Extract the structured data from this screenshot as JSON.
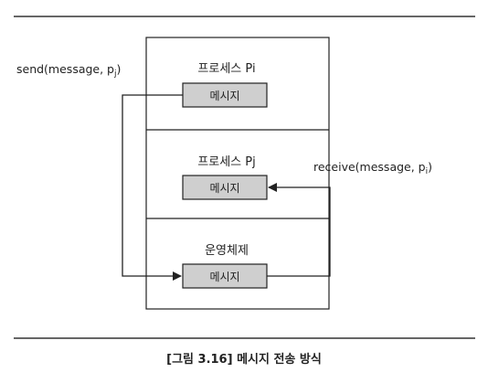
{
  "diagram": {
    "send_label": "send(message, p",
    "send_sub": "j",
    "send_close": ")",
    "receive_label": "receive(message, p",
    "receive_sub": "i",
    "receive_close": ")",
    "sections": [
      {
        "title": "프로세스 Pi",
        "message": "메시지"
      },
      {
        "title": "프로세스 Pj",
        "message": "메시지"
      },
      {
        "title": "운영체제",
        "message": "메시지"
      }
    ]
  },
  "caption": {
    "text": "[그림 3.16] 메시지 전송 방식"
  },
  "colors": {
    "line": "#222222",
    "message_fill": "#cfcfcf",
    "rule": "#333333"
  }
}
